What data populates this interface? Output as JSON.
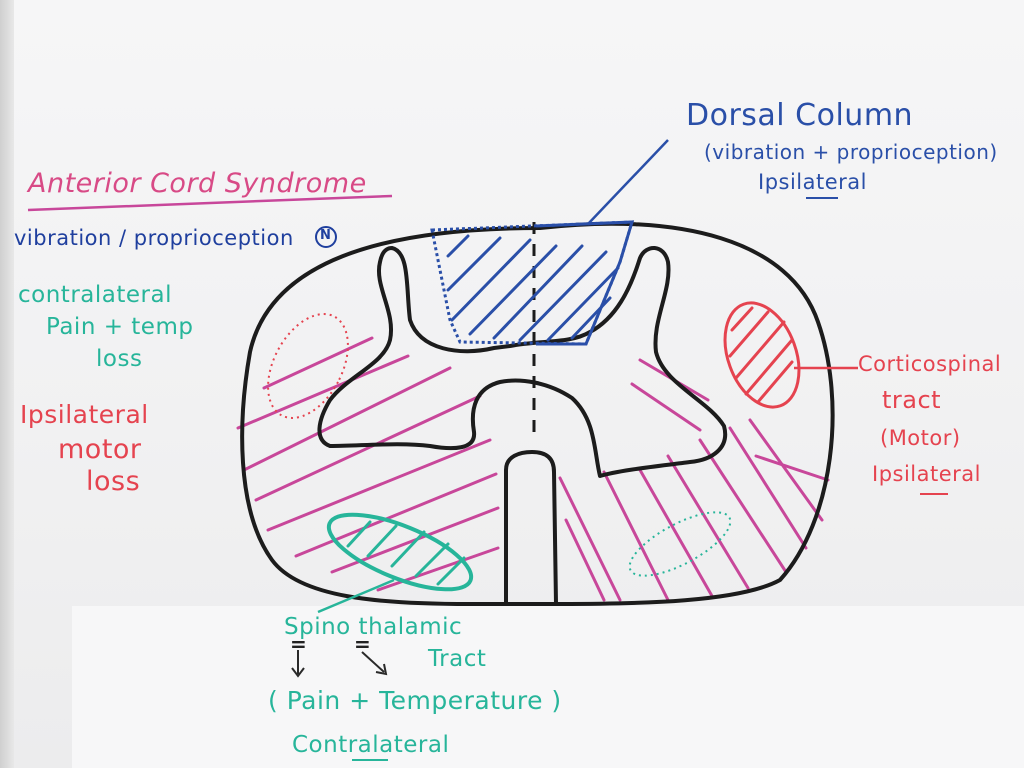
{
  "title": "Anterior Cord Syndrome",
  "left_notes": {
    "vibration": "vibration / proprioception",
    "vibration_badge": "N",
    "contralateral": [
      "contralateral",
      "Pain + temp",
      "loss"
    ],
    "ipsilateral": [
      "Ipsilateral",
      "motor",
      "loss"
    ]
  },
  "dorsal_column": {
    "title": "Dorsal Column",
    "detail": "(vibration + proprioception)",
    "side": "Ipsilateral"
  },
  "corticospinal": {
    "lines": [
      "Corticospinal",
      "tract",
      "(Motor)",
      "Ipsilateral"
    ]
  },
  "spinothalamic": {
    "line1": "Spino thalamic",
    "line2": "Tract",
    "detail": "( Pain + Temperature )",
    "side": "Contralateral",
    "marks": [
      "=",
      "="
    ]
  },
  "colors": {
    "dorsal": "#2a4fa8",
    "infarct": "#c8479a",
    "corticospinal": "#e5434f",
    "spinothalamic": "#27b59a",
    "outline": "#1c1c1c"
  }
}
